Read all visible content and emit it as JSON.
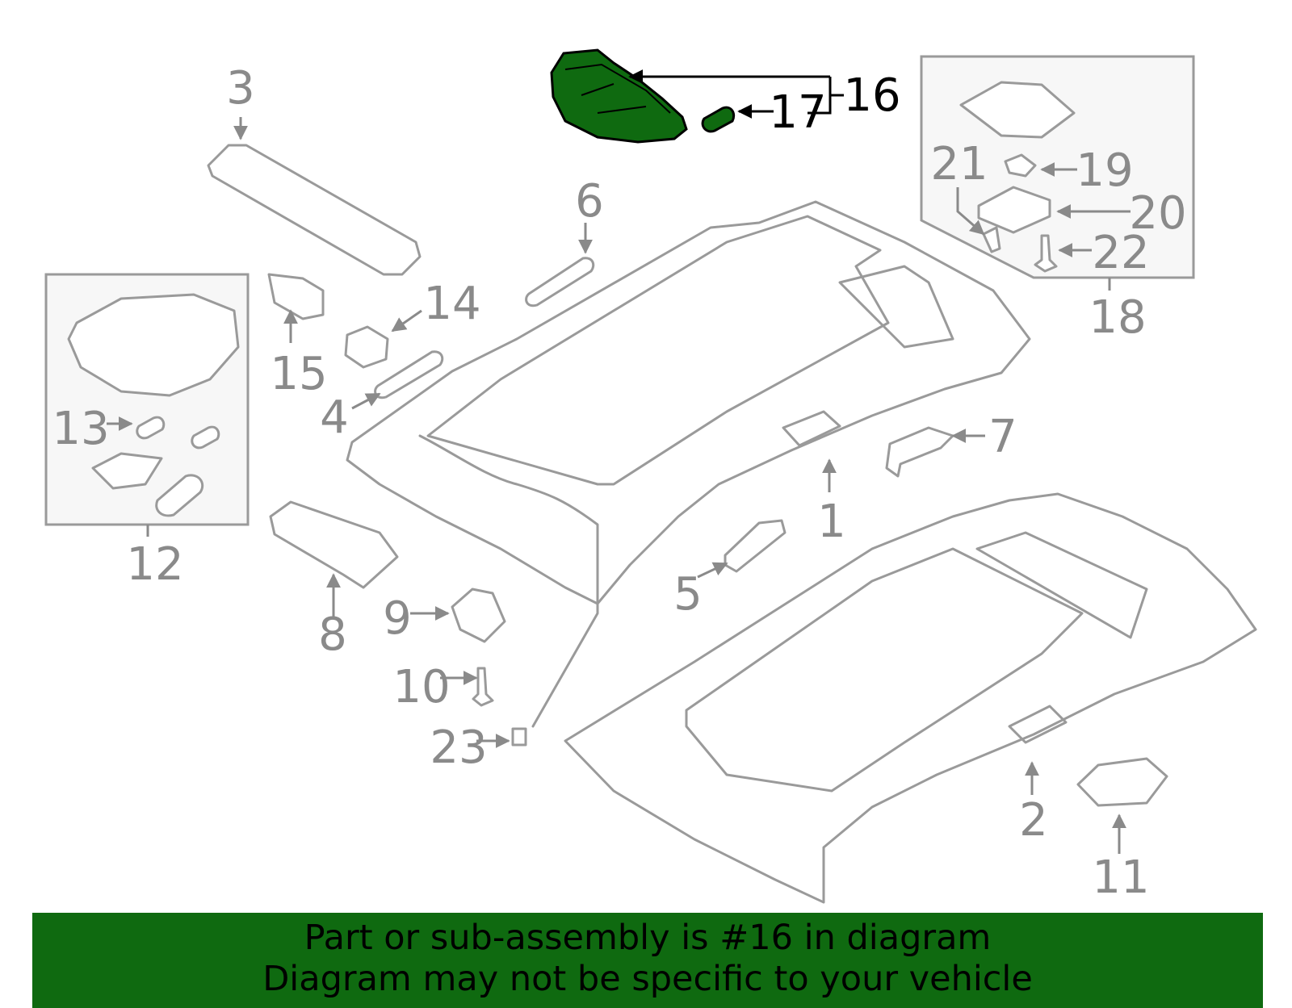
{
  "callouts": {
    "c1": "1",
    "c2": "2",
    "c3": "3",
    "c4": "4",
    "c5": "5",
    "c6": "6",
    "c7": "7",
    "c8": "8",
    "c9": "9",
    "c10": "10",
    "c11": "11",
    "c12": "12",
    "c13": "13",
    "c14": "14",
    "c15": "15",
    "c16": "16",
    "c17": "17",
    "c18": "18",
    "c19": "19",
    "c20": "20",
    "c21": "21",
    "c22": "22",
    "c23": "23"
  },
  "highlight": {
    "part": "16",
    "color": "#0f6a10"
  },
  "banner": {
    "line1": "Part or sub-assembly is #16 in diagram",
    "line2": "Diagram may not be specific to your vehicle",
    "background": "#0f6a10"
  }
}
